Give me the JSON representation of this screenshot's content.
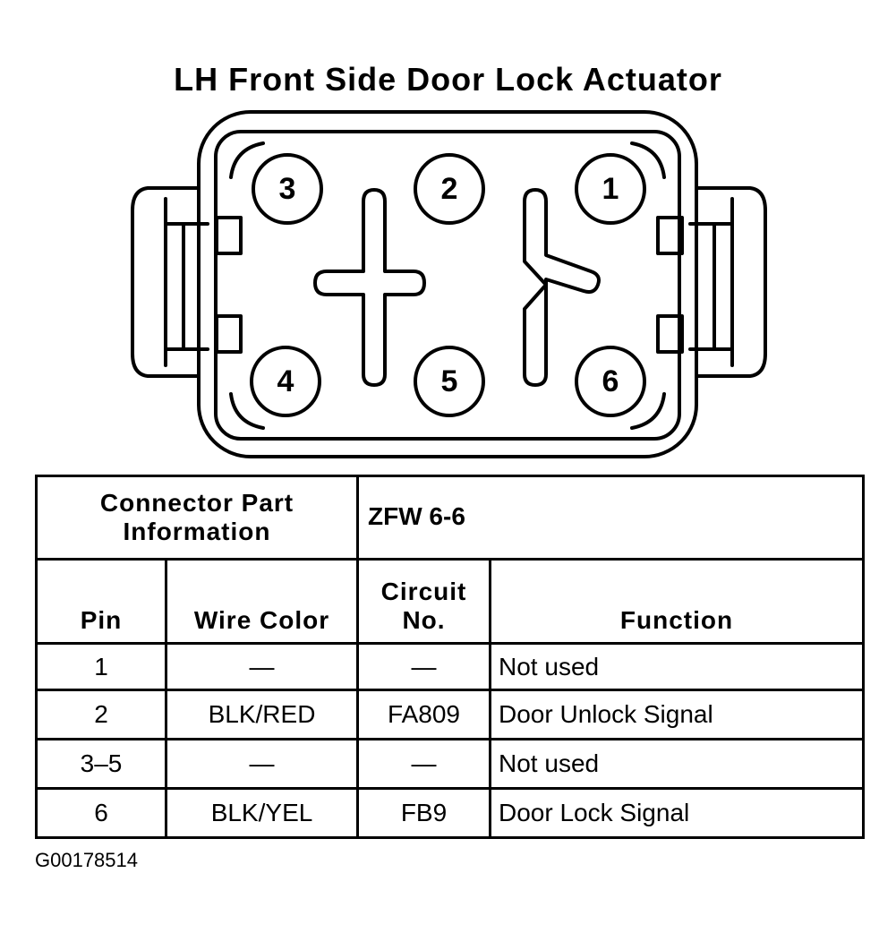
{
  "title": "LH Front Side Door Lock Actuator",
  "connector": {
    "pins": [
      {
        "label": "3"
      },
      {
        "label": "2"
      },
      {
        "label": "1"
      },
      {
        "label": "4"
      },
      {
        "label": "5"
      },
      {
        "label": "6"
      }
    ]
  },
  "table": {
    "part_info_label": "Connector Part Information",
    "part_info_value": "ZFW 6-6",
    "headers": {
      "pin": "Pin",
      "wire_color": "Wire Color",
      "circuit_no": "Circuit No.",
      "function": "Function"
    },
    "rows": [
      {
        "pin": "1",
        "wire_color": "—",
        "circuit": "—",
        "function": "Not used"
      },
      {
        "pin": "2",
        "wire_color": "BLK/RED",
        "circuit": "FA809",
        "function": "Door Unlock Signal"
      },
      {
        "pin": "3–5",
        "wire_color": "—",
        "circuit": "—",
        "function": "Not used"
      },
      {
        "pin": "6",
        "wire_color": "BLK/YEL",
        "circuit": "FB9",
        "function": "Door Lock Signal"
      }
    ]
  },
  "footnote": "G00178514"
}
